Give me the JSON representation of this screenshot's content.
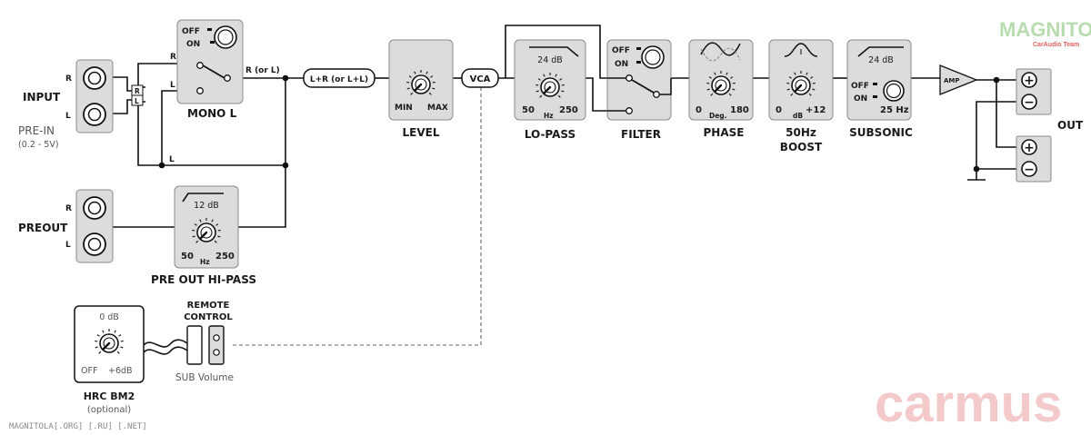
{
  "brand": {
    "logo_text": "MAGNITOLA",
    "logo_sub": "CarAudio Team",
    "watermark": "carmus",
    "footer": "MAGNITOLA[.ORG] [.RU] [.NET]",
    "logo_color": "#b8dcb0",
    "watermark_color": "#f3c9c9"
  },
  "input": {
    "title": "INPUT",
    "sub1": "PRE-IN",
    "sub2": "(0.2 - 5V)",
    "r": "R",
    "l": "L"
  },
  "preout": {
    "title": "PREOUT",
    "r": "R",
    "l": "L"
  },
  "mono": {
    "title": "MONO L",
    "off": "OFF",
    "on": "ON",
    "in_r": "R",
    "in_l": "L",
    "out": "R (or L)",
    "rl_r": "R",
    "rl_l": "L",
    "wire_l": "L"
  },
  "sum_label": "L+R (or L+L)",
  "level": {
    "title": "LEVEL",
    "min": "MIN",
    "max": "MAX"
  },
  "vca": "VCA",
  "lopass": {
    "title": "LO-PASS",
    "slope": "24 dB",
    "lo": "50",
    "hi": "250",
    "unit": "Hz"
  },
  "filter": {
    "title": "FILTER",
    "off": "OFF",
    "on": "ON"
  },
  "phase": {
    "title": "PHASE",
    "lo": "0",
    "hi": "180",
    "unit": "Deg."
  },
  "boost": {
    "title1": "50Hz",
    "title2": "BOOST",
    "lo": "0",
    "hi": "+12",
    "unit": "dB"
  },
  "subsonic": {
    "title": "SUBSONIC",
    "slope": "24 dB",
    "off": "OFF",
    "on": "ON",
    "freq": "25 Hz"
  },
  "amp": "AMP",
  "out": {
    "title": "OUT",
    "plus": "+",
    "minus": "−"
  },
  "preout_hp": {
    "title": "PRE OUT HI-PASS",
    "slope": "12 dB",
    "lo": "50",
    "hi": "250",
    "unit": "Hz"
  },
  "remote": {
    "title1": "REMOTE",
    "title2": "CONTROL",
    "sub": "SUB Volume"
  },
  "hrc": {
    "title": "HRC BM2",
    "sub": "(optional)",
    "top": "0 dB",
    "lo": "OFF",
    "hi": "+6dB"
  }
}
